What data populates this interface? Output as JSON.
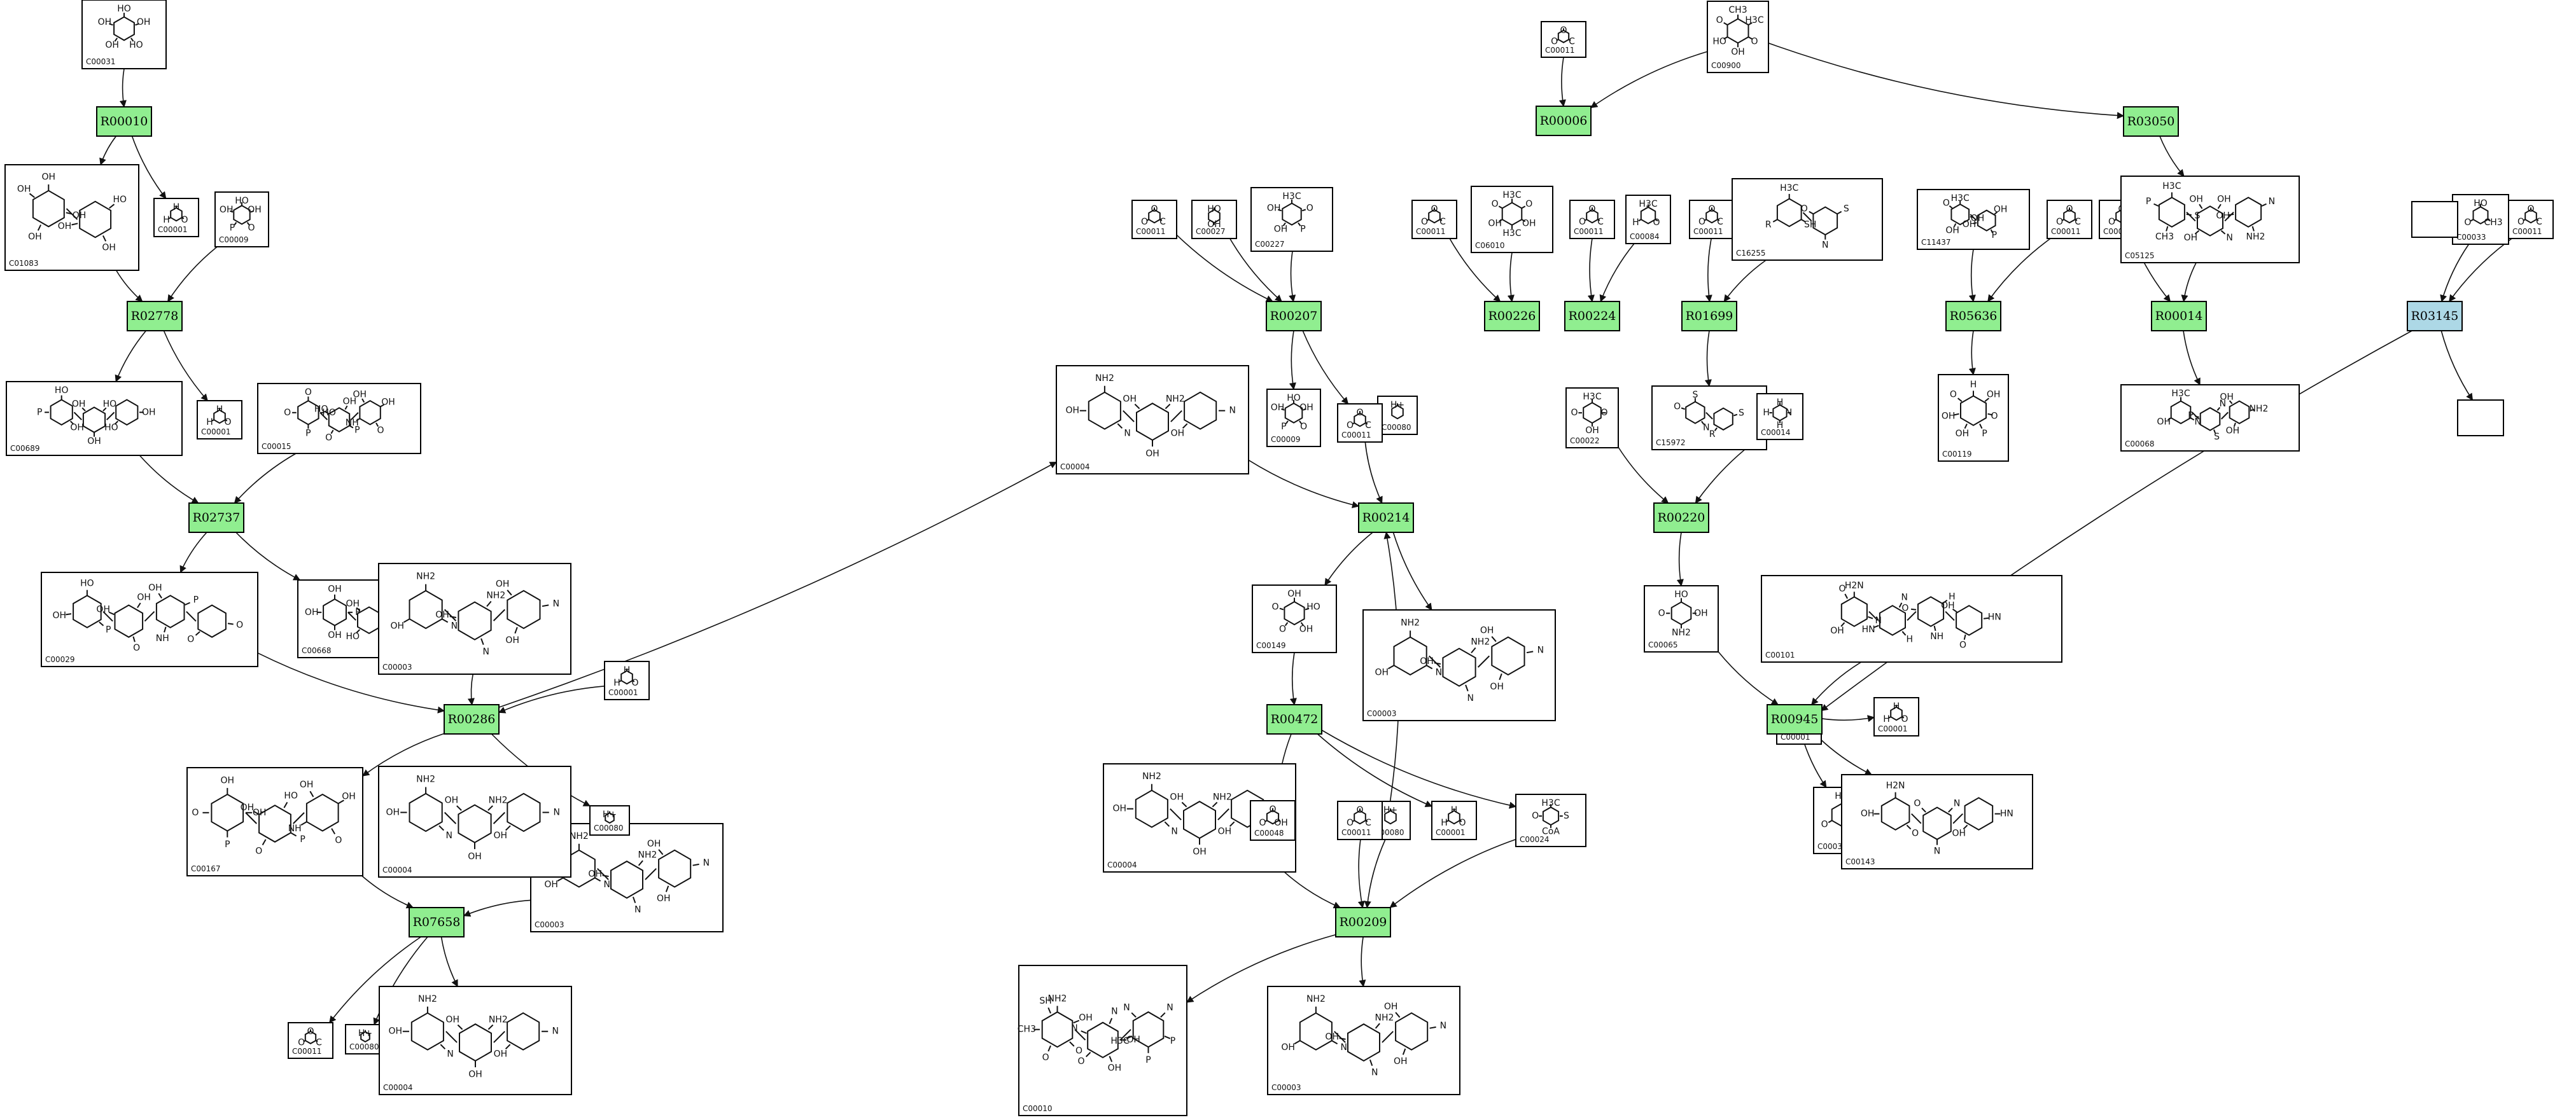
{
  "colors": {
    "reaction_fill": "#90ee90",
    "reaction_highlight_fill": "#add8e6",
    "border": "#000000",
    "background": "#ffffff"
  },
  "reactions": [
    {
      "id": "R00010",
      "highlight": false
    },
    {
      "id": "R02778",
      "highlight": false
    },
    {
      "id": "R02737",
      "highlight": false
    },
    {
      "id": "R00286",
      "highlight": false
    },
    {
      "id": "R07658",
      "highlight": false
    },
    {
      "id": "R00006",
      "highlight": false
    },
    {
      "id": "R03050",
      "highlight": false
    },
    {
      "id": "R00207",
      "highlight": false
    },
    {
      "id": "R00226",
      "highlight": false
    },
    {
      "id": "R00224",
      "highlight": false
    },
    {
      "id": "R01699",
      "highlight": false
    },
    {
      "id": "R05636",
      "highlight": false
    },
    {
      "id": "R00014",
      "highlight": false
    },
    {
      "id": "R03145",
      "highlight": true
    },
    {
      "id": "R00214",
      "highlight": false
    },
    {
      "id": "R00220",
      "highlight": false
    },
    {
      "id": "R00472",
      "highlight": false
    },
    {
      "id": "R00945",
      "highlight": false
    },
    {
      "id": "R00209",
      "highlight": false
    }
  ],
  "compounds": [
    {
      "id": "C00031",
      "labels": [
        "HO",
        "OH",
        "HO",
        "OH",
        "OH"
      ]
    },
    {
      "id": "C01083",
      "labels": [
        "OH",
        "HO",
        "OH",
        "OH",
        "OH",
        "OH",
        "OH"
      ]
    },
    {
      "id": "C00001",
      "labels": [
        "H",
        "O",
        "H"
      ]
    },
    {
      "id": "C00009",
      "labels": [
        "HO",
        "OH",
        "O",
        "P",
        "OH"
      ]
    },
    {
      "id": "C00689",
      "labels": [
        "HO",
        "HO",
        "OH",
        "OH",
        "OH",
        "HO",
        "P",
        "OH"
      ]
    },
    {
      "id": "C00015",
      "labels": [
        "O",
        "OH",
        "OH",
        "HO",
        "P",
        "O",
        "P",
        "O",
        "NH",
        "O",
        "HO",
        "OH"
      ]
    },
    {
      "id": "C00029",
      "labels": [
        "HO",
        "OH",
        "P",
        "O",
        "P",
        "O",
        "NH",
        "O",
        "OH",
        "OH",
        "OH"
      ]
    },
    {
      "id": "C00668",
      "labels": [
        "OH",
        "HO",
        "P",
        "O",
        "OH",
        "HO",
        "OH",
        "OH"
      ]
    },
    {
      "id": "C00003",
      "labels": [
        "NH2",
        "NH2",
        "N",
        "N",
        "N",
        "OH",
        "OH",
        "OH",
        "OH"
      ]
    },
    {
      "id": "C00080",
      "labels": [
        "H+"
      ]
    },
    {
      "id": "C00167",
      "labels": [
        "OH",
        "HO",
        "OH",
        "OH",
        "P",
        "O",
        "P",
        "O",
        "NH",
        "O",
        "OH",
        "OH"
      ]
    },
    {
      "id": "C00004",
      "labels": [
        "NH2",
        "NH2",
        "N",
        "N",
        "OH",
        "OH",
        "OH",
        "OH"
      ]
    },
    {
      "id": "C00011",
      "labels": [
        "O",
        "C",
        "O"
      ]
    },
    {
      "id": "C16155",
      "labels": [
        "O",
        "OH",
        "OH",
        "P",
        "O",
        "P",
        "O",
        "NH",
        "O",
        "OH",
        "OH"
      ]
    },
    {
      "id": "C00900",
      "labels": [
        "CH3",
        "H3C",
        "O",
        "OH",
        "HO",
        "O"
      ]
    },
    {
      "id": "C00027",
      "labels": [
        "HO",
        "OH"
      ]
    },
    {
      "id": "C00227",
      "labels": [
        "H3C",
        "O",
        "P",
        "OH",
        "OH"
      ]
    },
    {
      "id": "C06010",
      "labels": [
        "H3C",
        "O",
        "OH",
        "H3C",
        "OH",
        "O"
      ]
    },
    {
      "id": "C00084",
      "labels": [
        "H3C",
        "O",
        "H"
      ]
    },
    {
      "id": "C16255",
      "labels": [
        "H3C",
        "S",
        "SH",
        "N",
        "R",
        "O"
      ]
    },
    {
      "id": "C11437",
      "labels": [
        "H3C",
        "OH",
        "OH",
        "P",
        "OH",
        "OH",
        "O"
      ]
    },
    {
      "id": "C05125",
      "labels": [
        "H3C",
        "OH",
        "N",
        "S",
        "N",
        "NH2",
        "CH3",
        "OH",
        "OH",
        "P",
        "OH"
      ]
    },
    {
      "id": "C00022",
      "labels": [
        "H3C",
        "O",
        "OH",
        "O"
      ]
    },
    {
      "id": "C15972",
      "labels": [
        "S",
        "S",
        "N",
        "R",
        "O"
      ]
    },
    {
      "id": "C00014",
      "labels": [
        "H",
        "N",
        "H",
        "H"
      ]
    },
    {
      "id": "C00119",
      "labels": [
        "H",
        "OH",
        "O",
        "P",
        "OH",
        "OH",
        "O"
      ]
    },
    {
      "id": "C00068",
      "labels": [
        "H3C",
        "N",
        "NH2",
        "N",
        "S",
        "OH",
        "OH",
        "P",
        "OH"
      ]
    },
    {
      "id": "C00033",
      "labels": [
        "HO",
        "CH3",
        "O"
      ]
    },
    {
      "id": "C00149",
      "labels": [
        "OH",
        "HO",
        "OH",
        "O",
        "O"
      ]
    },
    {
      "id": "C00065",
      "labels": [
        "HO",
        "OH",
        "NH2",
        "O"
      ]
    },
    {
      "id": "C00101",
      "labels": [
        "H2N",
        "N",
        "H",
        "HN",
        "N",
        "H",
        "NH",
        "O",
        "OH",
        "HN",
        "O",
        "OH",
        "O"
      ]
    },
    {
      "id": "C00048",
      "labels": [
        "O",
        "OH",
        "O"
      ]
    },
    {
      "id": "C00024",
      "labels": [
        "H3C",
        "S",
        "CoA",
        "O"
      ]
    },
    {
      "id": "C00037",
      "labels": [
        "HO",
        "NH2",
        "O"
      ]
    },
    {
      "id": "C00143",
      "labels": [
        "H2N",
        "N",
        "HN",
        "O",
        "N",
        "OH",
        "OH",
        "O"
      ]
    },
    {
      "id": "C00010",
      "labels": [
        "NH2",
        "N",
        "N",
        "OH",
        "OH",
        "P",
        "O",
        "OH",
        "P",
        "O",
        "O",
        "H3C",
        "CH3",
        "N",
        "N",
        "SH"
      ]
    }
  ]
}
